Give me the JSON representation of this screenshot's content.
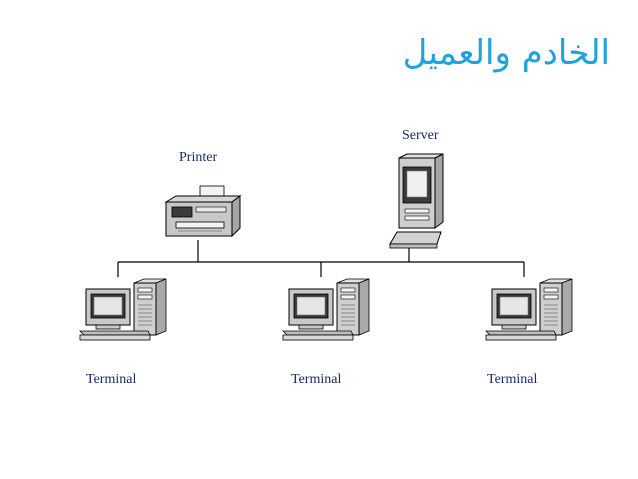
{
  "title": "الخادم والعميل",
  "labels": {
    "server": "Server",
    "printer": "Printer",
    "terminal_left": "Terminal",
    "terminal_center": "Terminal",
    "terminal_right": "Terminal"
  },
  "colors": {
    "title": "#1fa3df",
    "label_text": "#1a2a66",
    "line": "#000000",
    "device_fill": "#c9c9c9",
    "screen": "#3a3a3a"
  },
  "icons": [
    "printer-icon",
    "server-icon",
    "computer-icon"
  ]
}
